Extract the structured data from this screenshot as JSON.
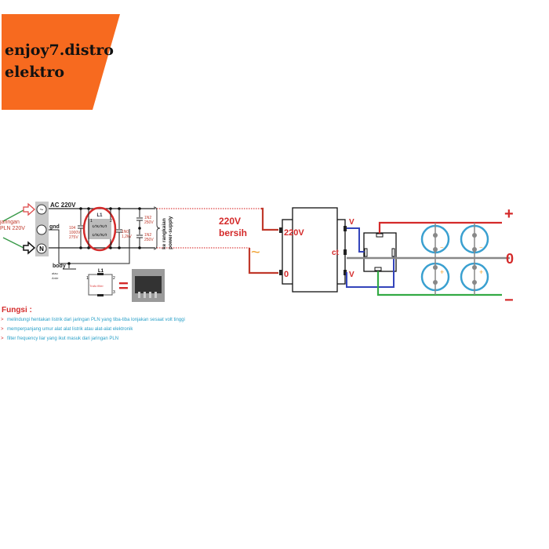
{
  "logo": {
    "line1": "enjoy7.distro",
    "line2": "elektro",
    "color": "#f76a1f"
  },
  "filter_circuit": {
    "input_label": "jaringan PLN 220V",
    "ac_label": "AC 220V",
    "gnd_label": "gnd",
    "n_label": "N",
    "l1_label": "L1",
    "pin1": "1",
    "pin2": "2",
    "pin3": "3",
    "cap1": [
      "104",
      "1000V",
      "275V"
    ],
    "cap2": [
      "1N0",
      "1,2kV"
    ],
    "cap3": [
      "1N2",
      "250V"
    ],
    "cap4": [
      "1N2",
      "250V"
    ],
    "output_label": [
      "ke rangkaian",
      "power-supply"
    ],
    "body_label": "body",
    "body_sub": [
      "atau",
      "Arde"
    ],
    "l1_part_label": "L1",
    "l1_part_sub": "Trafo filter",
    "equals": "="
  },
  "functions": {
    "title": "Fungsi :",
    "items": [
      "melindungi hentakan listrik dari jaringan PLN yang tiba-tiba lonjakan sesaat volt tinggi",
      "memperpanjang umur alat alat listrik atau alat-alat elektronik",
      "filter frequency liar yang ikut masuk dari jaringan PLN"
    ]
  },
  "power_supply": {
    "clean_label": [
      "220V",
      "bersih"
    ],
    "tilde": "~",
    "primary_top": "220V",
    "primary_bottom": "0",
    "sec_top": "V",
    "sec_ct": "ct",
    "sec_bottom": "V",
    "out_plus": "+",
    "out_zero": "0",
    "out_minus": "−",
    "cap_neg": "−",
    "cap_pos": "+"
  }
}
